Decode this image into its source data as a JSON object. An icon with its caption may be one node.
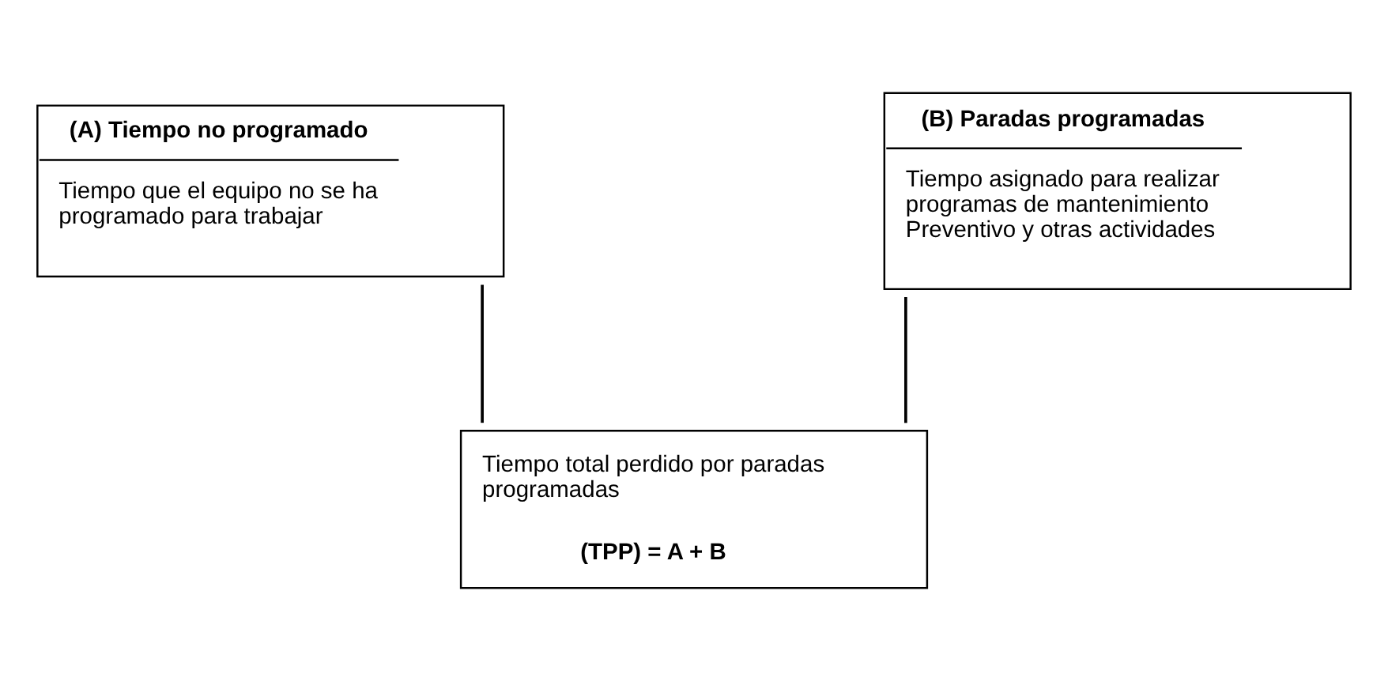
{
  "diagram": {
    "nodes": [
      {
        "text": [
          "(A) Tiempo no programado",
          "Tiempo que el equipo no se ha programado para trabajar"
        ]
      },
      {
        "text": [
          "(B) Paradas programadas",
          "Tiempo asignado para realizar programas de mantenimiento Preventivo y otras actividades"
        ]
      },
      {
        "text": [
          "Tiempo total perdido por paradas programadas",
          "(TPP) = A + B"
        ]
      }
    ],
    "edges": [
      {
        "from": 0,
        "to": 2,
        "arrow": "none"
      },
      {
        "from": 1,
        "to": 2,
        "arrow": "none"
      }
    ]
  }
}
